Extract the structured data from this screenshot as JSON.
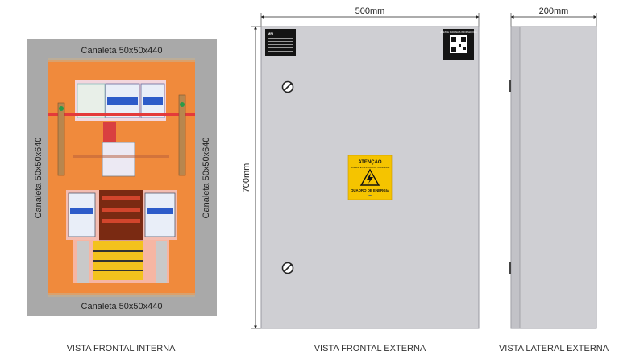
{
  "interior": {
    "duct_top": "Canaleta 50x50x440",
    "duct_bottom": "Canaleta 50x50x440",
    "duct_left": "Canaleta 50x50x640",
    "duct_right": "Canaleta 50x50x640",
    "caption": "VISTA FRONTAL INTERNA"
  },
  "front": {
    "width_dim": "500mm",
    "height_dim": "700mm",
    "caption": "VISTA FRONTAL EXTERNA",
    "warning_title": "ATENÇÃO",
    "warning_sub": "SOMENTE PESSOAS AUTORIZADAS",
    "warning_bottom": "QUADRO DE ENERGIA",
    "brand": "MPI",
    "qr_label": "ACESSE PARA MAIS INFORMAÇÕES"
  },
  "side": {
    "width_dim": "200mm",
    "caption": "VISTA LATERAL EXTERNA"
  },
  "colors": {
    "panel_orange": "#f08a3c",
    "duct_gray": "#a9a9a9",
    "door_gray": "#cfcfd3",
    "warning_yellow": "#f5c400"
  }
}
